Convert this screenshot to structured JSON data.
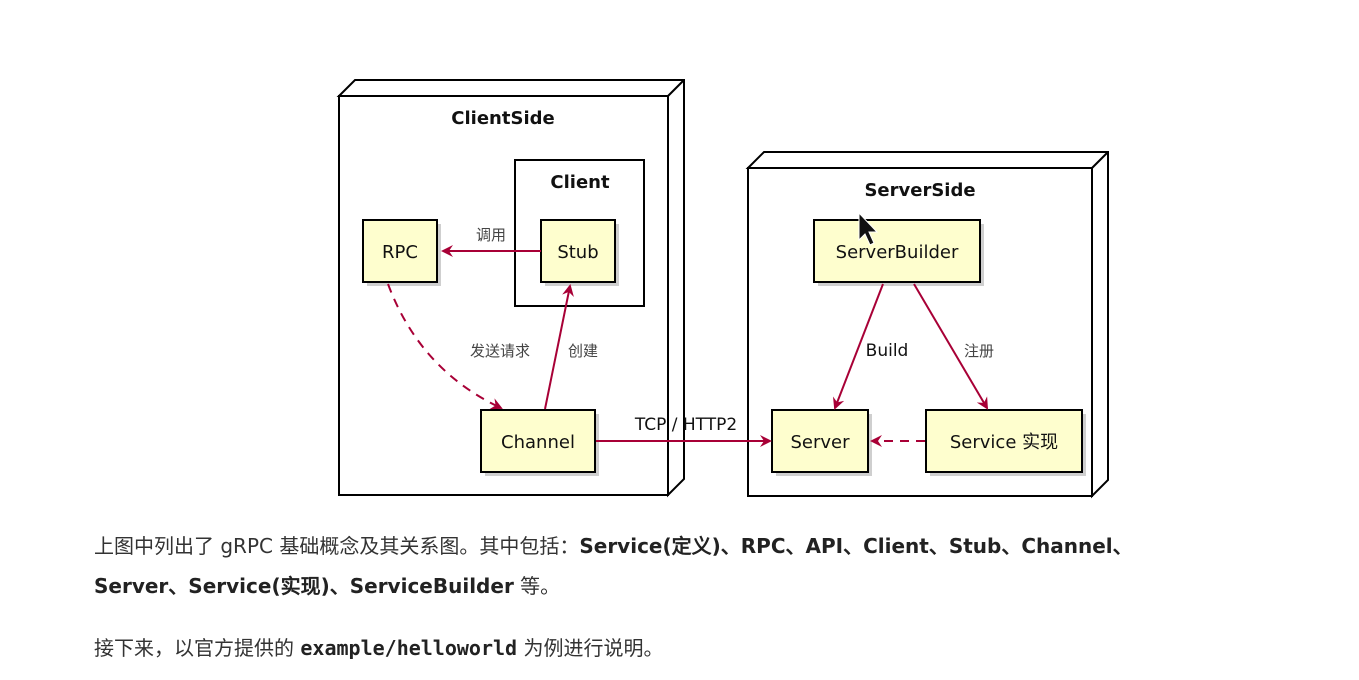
{
  "diagram": {
    "client_side_title": "ClientSide",
    "client_title": "Client",
    "server_side_title": "ServerSide",
    "nodes": {
      "rpc": "RPC",
      "stub": "Stub",
      "channel": "Channel",
      "server_builder": "ServerBuilder",
      "server": "Server",
      "service_impl": "Service 实现"
    },
    "edges": {
      "invoke": "调用",
      "send_request": "发送请求",
      "create": "创建",
      "tcp_http2": "TCP / HTTP2",
      "build": "Build",
      "register": "注册"
    },
    "colors": {
      "node_fill": "#fefece",
      "arrow": "#a80036",
      "border": "#000000"
    }
  },
  "text": {
    "p1_line1_prefix": "上图中列出了 gRPC 基础概念及其关系图。其中包括：",
    "p1_line1_bold": "Service(定义)、RPC、API、Client、Stub、Channel、",
    "p1_line2_bold": "Server、Service(实现)、ServiceBuilder",
    "p1_line2_suffix": " 等。",
    "p2_prefix": "接下来，以官方提供的 ",
    "p2_code": "example/helloworld",
    "p2_suffix": " 为例进行说明。"
  }
}
